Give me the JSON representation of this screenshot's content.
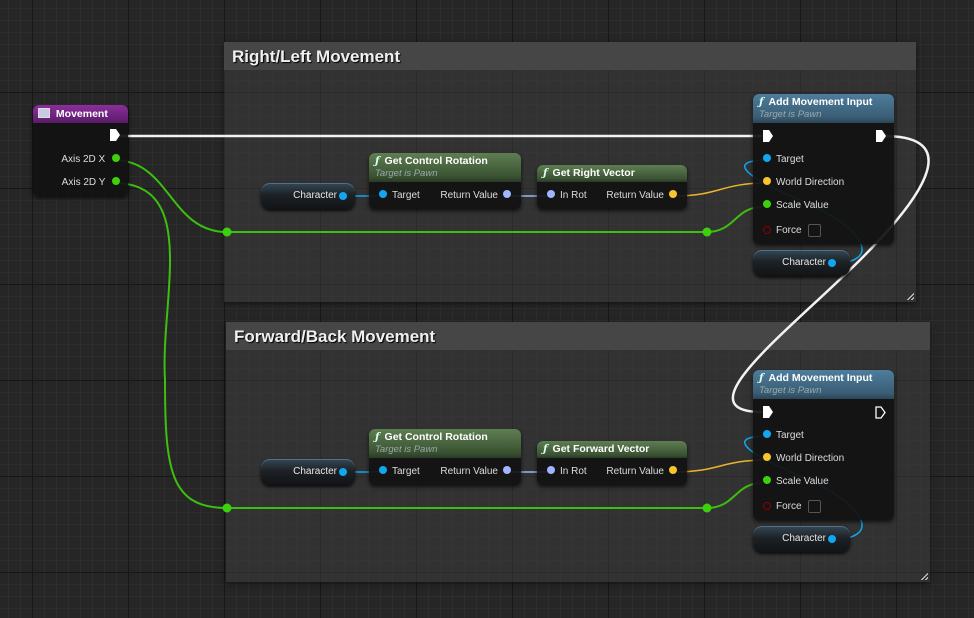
{
  "comments": [
    {
      "title": "Right/Left Movement"
    },
    {
      "title": "Forward/Back Movement"
    }
  ],
  "event_node": {
    "title": "Movement",
    "icon": "event-icon",
    "pins": [
      "Axis 2D X",
      "Axis 2D Y"
    ]
  },
  "rl": {
    "character_var": "Character",
    "get_control_rotation": {
      "title": "Get Control Rotation",
      "subtitle": "Target is Pawn",
      "in_pin": "Target",
      "out_pin": "Return Value"
    },
    "get_vector": {
      "title": "Get Right Vector",
      "in_pin": "In Rot",
      "out_pin": "Return Value"
    },
    "add_movement": {
      "title": "Add Movement Input",
      "subtitle": "Target is Pawn",
      "pins": [
        "Target",
        "World Direction",
        "Scale Value",
        "Force"
      ]
    },
    "character_var2": "Character"
  },
  "fb": {
    "character_var": "Character",
    "get_control_rotation": {
      "title": "Get Control Rotation",
      "subtitle": "Target is Pawn",
      "in_pin": "Target",
      "out_pin": "Return Value"
    },
    "get_vector": {
      "title": "Get Forward Vector",
      "in_pin": "In Rot",
      "out_pin": "Return Value"
    },
    "add_movement": {
      "title": "Add Movement Input",
      "subtitle": "Target is Pawn",
      "pins": [
        "Target",
        "World Direction",
        "Scale Value",
        "Force"
      ]
    },
    "character_var2": "Character"
  },
  "glyphs": {
    "function": "ƒ"
  },
  "colors": {
    "exec": "#ffffff",
    "object": "#11a7f0",
    "rotator": "#a0b4ff",
    "vector": "#f7c52e",
    "float": "#3cd10b",
    "bool": "#8c0000"
  }
}
